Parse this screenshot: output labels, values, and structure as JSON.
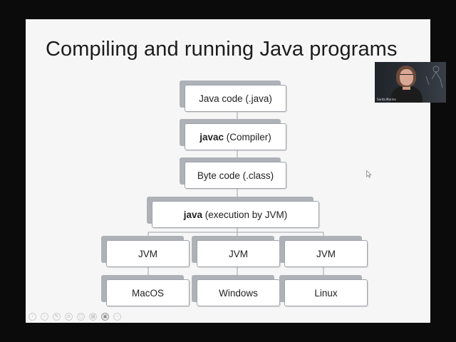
{
  "slide": {
    "title": "Compiling and running Java programs"
  },
  "diagram": {
    "java_code": "Java code (.java)",
    "javac_bold": "javac",
    "javac_rest": " (Compiler)",
    "bytecode": "Byte code (.class)",
    "java_bold": "java",
    "java_rest": " (execution by JVM)",
    "jvm_left": "JVM",
    "jvm_middle": "JVM",
    "jvm_right": "JVM",
    "os_macos": "MacOS",
    "os_windows": "Windows",
    "os_linux": "Linux"
  },
  "webcam": {
    "participant_name": "Sarita Marina"
  },
  "colors": {
    "slide_background": "#f6f6f6",
    "box_shadow_gray": "#aeb1b6",
    "box_border": "#9ea3a9",
    "letterbox": "#0b0b0b"
  },
  "toolbar_icons": [
    "arrow-left-icon",
    "arrow-right-icon",
    "pen-icon",
    "menu-icon",
    "zoom-icon",
    "grid-icon",
    "subtitles-icon",
    "more-icon"
  ]
}
